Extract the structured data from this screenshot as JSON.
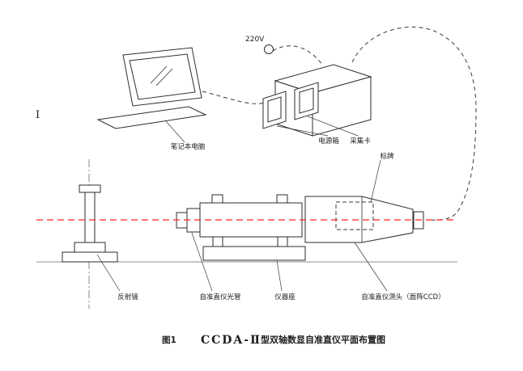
{
  "figure": {
    "fig_label": "图1",
    "caption_code": "CCDA-Ⅱ",
    "caption_rest": "型双轴数显自准直仪平面布置图"
  },
  "labels": {
    "voltage": "220V",
    "laptop": "笔记本电脑",
    "power_box": "电源箱",
    "capture_card": "采集卡",
    "nameplate": "标牌",
    "reflector": "反射镜",
    "collimator_tube": "自准直仪光管",
    "instrument_base": "仪器座",
    "probe_head": "自准直仪测头（面阵CCD）",
    "stray_mark": "I"
  },
  "colors": {
    "line": "#2e2e2e",
    "optical_axis": "#ff2222",
    "background": "#ffffff"
  }
}
